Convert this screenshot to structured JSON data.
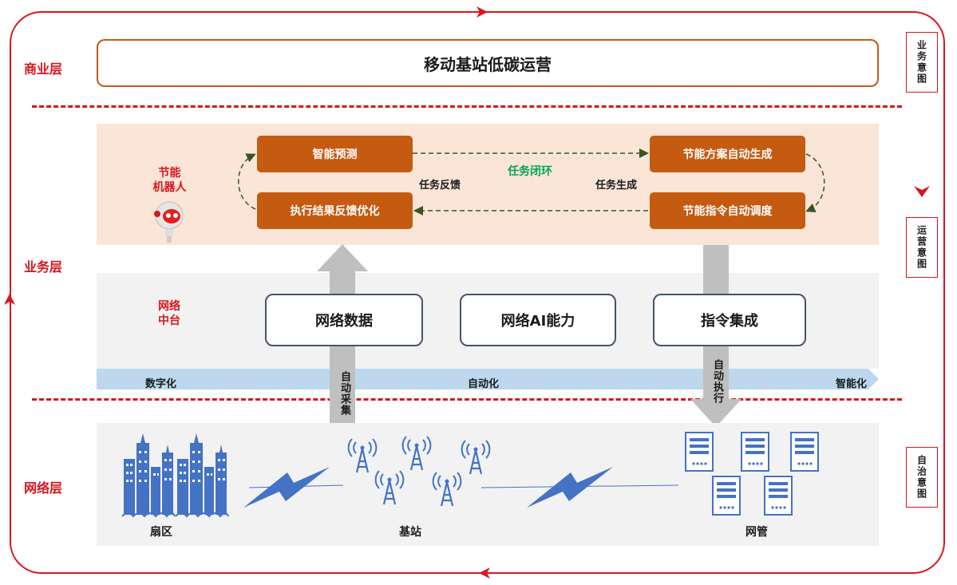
{
  "layers": {
    "business": "商业层",
    "service": "业务层",
    "network": "网络层"
  },
  "intents": {
    "business": "业务意图",
    "operation": "运营意图",
    "autonomy": "自治意图"
  },
  "business_box": "移动基站低碳运营",
  "robot": {
    "label_line1": "节能",
    "label_line2": "机器人",
    "nodes": {
      "predict": "智能预测",
      "plan": "节能方案自动生成",
      "schedule": "节能指令自动调度",
      "feedback": "执行结果反馈优化"
    },
    "loop_label": "任务闭环",
    "feedback_label": "任务反馈",
    "generate_label": "任务生成"
  },
  "midplatform": {
    "label_line1": "网络",
    "label_line2": "中台",
    "boxes": [
      "网络数据",
      "网络AI能力",
      "指令集成"
    ],
    "progress": [
      "数字化",
      "自动化",
      "智能化"
    ]
  },
  "arrows": {
    "collect": "自动采集",
    "execute": "自动执行"
  },
  "network": {
    "sector": "扇区",
    "base_station": "基站",
    "nms": "网管"
  },
  "colors": {
    "accent_red": "#d9151e",
    "orange": "#c55a11",
    "peach": "#fbe5d6",
    "gray_band": "#f2f2f2",
    "icon_blue": "#4472c4",
    "loop_green": "#375623"
  }
}
